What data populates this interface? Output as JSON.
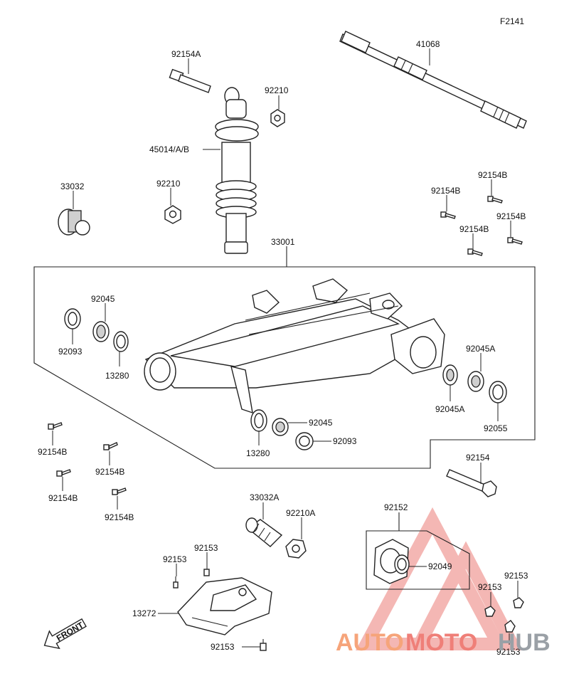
{
  "diagram_code": "F2141",
  "parts": {
    "p41068": "41068",
    "p92154A": "92154A",
    "p92210_top": "92210",
    "p45014": "45014/A/B",
    "p92210_mid": "92210",
    "p33032": "33032",
    "p33001": "33001",
    "p92154B_a": "92154B",
    "p92154B_b": "92154B",
    "p92154B_c": "92154B",
    "p92154B_d": "92154B",
    "p92045_left": "92045",
    "p92093_left": "92093",
    "p13280_left": "13280",
    "p92045A_top": "92045A",
    "p92045A_bot": "92045A",
    "p92055": "92055",
    "p92045_bot": "92045",
    "p92093_bot": "92093",
    "p13280_bot": "13280",
    "p92154B_e": "92154B",
    "p92154B_f": "92154B",
    "p92154B_g": "92154B",
    "p92154B_h": "92154B",
    "p92154": "92154",
    "p33032A": "33032A",
    "p92210A": "92210A",
    "p92152": "92152",
    "p92049": "92049",
    "p92153_a": "92153",
    "p92153_b": "92153",
    "p13272": "13272",
    "p92153_c": "92153",
    "p92153_d": "92153",
    "p92153_e": "92153",
    "p92153_f": "92153"
  },
  "front_label": "FRONT",
  "watermark": {
    "part1": "AUTO",
    "part2": "MOTO",
    "part3": "HUB",
    "colors": {
      "auto": "#f6a47a",
      "moto": "#ef7f78",
      "hub": "#9aa0a6",
      "triangle": "#f4b7b4"
    }
  }
}
